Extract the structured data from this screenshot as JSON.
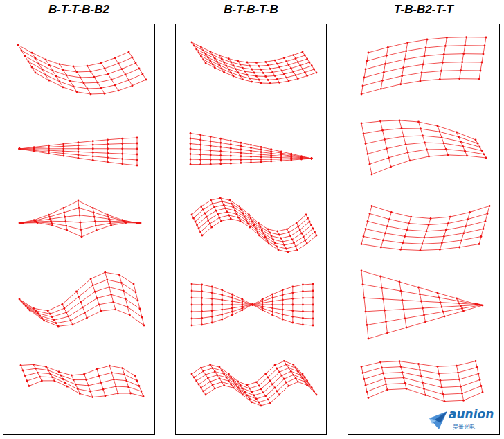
{
  "diagram": {
    "nodes": [
      {
        "text": [
          "B-T-T-B-B2"
        ]
      },
      {
        "text": [
          "B-T-B-T-B"
        ]
      },
      {
        "text": [
          "T-B-B2-T-T"
        ]
      }
    ],
    "labels": [
      "aunion",
      "昊量光电"
    ]
  }
}
